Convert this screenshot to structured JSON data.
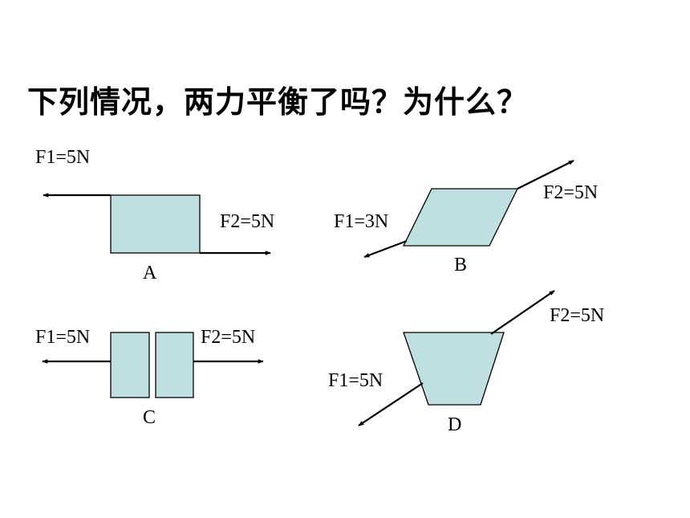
{
  "slide": {
    "title": "下列情况，两力平衡了吗？为什么？",
    "shape_fill": "#bfdfe2",
    "line_color": "#000000"
  },
  "diagrams": {
    "A": {
      "label": "A",
      "f1": "F1=5N",
      "f2": "F2=5N"
    },
    "B": {
      "label": "B",
      "f1": "F1=3N",
      "f2": "F2=5N"
    },
    "C": {
      "label": "C",
      "f1": "F1=5N",
      "f2": "F2=5N"
    },
    "D": {
      "label": "D",
      "f1": "F1=5N",
      "f2": "F2=5N"
    }
  }
}
